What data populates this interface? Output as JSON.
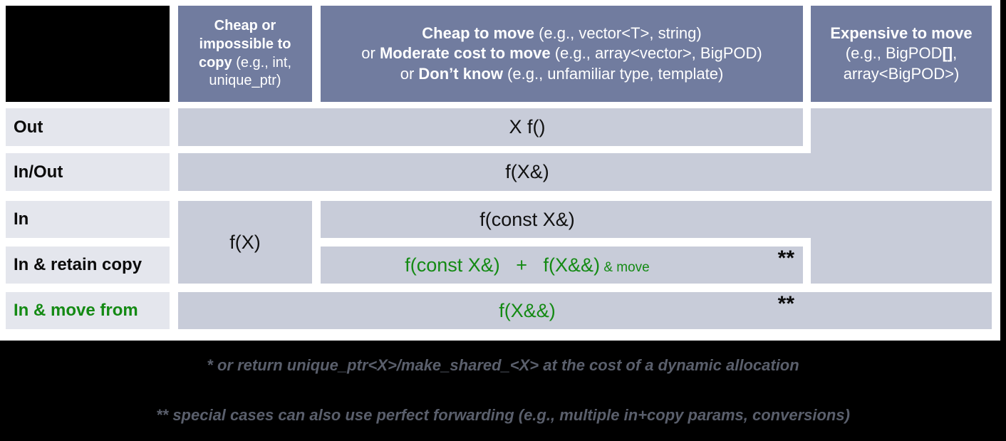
{
  "table": {
    "headers": {
      "col1": {
        "lines": [
          [
            {
              "t": "Cheap or",
              "c": "b"
            }
          ],
          [
            {
              "t": "impossible to",
              "c": "b"
            }
          ],
          [
            {
              "t": "copy",
              "c": "b"
            },
            {
              "t": " (e.g., int,"
            }
          ],
          [
            {
              "t": "unique_ptr)"
            }
          ]
        ]
      },
      "col2": {
        "lines": [
          [
            {
              "t": "Cheap to move",
              "c": "b"
            },
            {
              "t": " (e.g., vector<T>, string)"
            }
          ],
          [
            {
              "t": "or "
            },
            {
              "t": "Moderate cost to move",
              "c": "b"
            },
            {
              "t": " (e.g., array<vector>, BigPOD)"
            }
          ],
          [
            {
              "t": "or "
            },
            {
              "t": "Don’t know",
              "c": "b"
            },
            {
              "t": " (e.g., unfamiliar type, template)"
            }
          ]
        ]
      },
      "col3": {
        "lines": [
          [
            {
              "t": "Expensive to move",
              "c": "b"
            }
          ],
          [
            {
              "t": "(e.g., BigPOD"
            },
            {
              "t": "[]",
              "c": "b"
            },
            {
              "t": ","
            }
          ],
          [
            {
              "t": "array<BigPOD>)"
            }
          ]
        ]
      }
    },
    "rows": [
      {
        "label": "Out"
      },
      {
        "label": "In/Out"
      },
      {
        "label": "In"
      },
      {
        "label": "In & retain copy"
      },
      {
        "label": "In & move from"
      }
    ],
    "cells": {
      "out": "X f()",
      "inout": "f(X&)",
      "in_cheap_copy": "f(X)",
      "in_const_ref": "f(const X&)",
      "retain_lines": [
        [
          {
            "t": "f(const X&)   +   f(X&&)"
          },
          {
            "t": " & move",
            "c": "sm"
          }
        ]
      ],
      "retain_marker": "**",
      "move_from": "f(X&&)",
      "move_marker": "**"
    }
  },
  "footnotes": [
    "* or return unique_ptr<X>/make_shared_<X> at the cost of a dynamic allocation",
    "** special cases can also use perfect forwarding (e.g., multiple in+copy params, conversions)"
  ],
  "colors": {
    "header_bg": "#717C9F",
    "cell_bg": "#C8CCD9",
    "label_bg": "#E4E6ED",
    "green": "#148A14",
    "footnote_text": "#5A5F6C",
    "header_text": "#FFFFFF",
    "code_text": "#111111",
    "black": "#000000",
    "page_bg": "#FFFFFF"
  }
}
